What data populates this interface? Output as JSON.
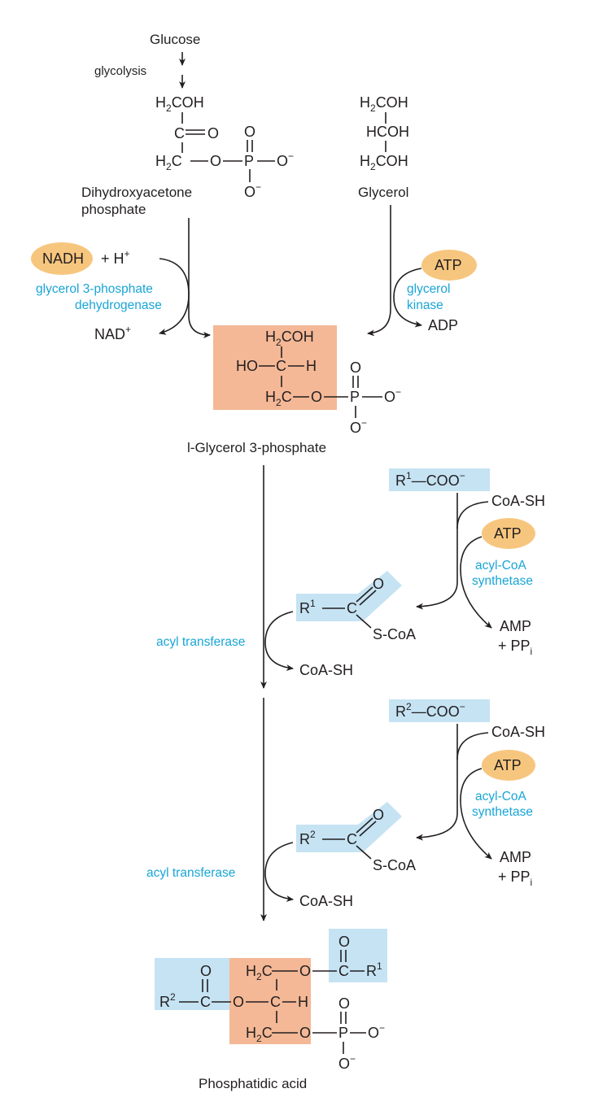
{
  "colors": {
    "enzyme_text": "#19a5d6",
    "cofactor_oval": "#f7c67e",
    "glycerol_box": "#f4b896",
    "acyl_box": "#c5e3f3"
  },
  "precursor": {
    "glucose": "Glucose",
    "glycolysis": "glycolysis",
    "dhap_name_1": "Dihydroxyacetone",
    "dhap_name_2": "phosphate",
    "glycerol_name": "Glycerol"
  },
  "step1": {
    "cofactor": "NADH",
    "plus_h": "+ H",
    "h_charge": "+",
    "enzyme_1": "glycerol 3-phosphate",
    "enzyme_2": "dehydrogenase",
    "product": "NAD",
    "product_charge": "+"
  },
  "step2": {
    "cofactor": "ATP",
    "enzyme_1": "glycerol",
    "enzyme_2": "kinase",
    "product": "ADP"
  },
  "g3p_name": "l-Glycerol 3-phosphate",
  "acyl1": {
    "acid_r": "R",
    "acid_sup": "1",
    "acid_tail": "—COO",
    "acid_charge": "−",
    "coa_in": "CoA-SH",
    "cofactor": "ATP",
    "enzyme_1": "acyl-CoA",
    "enzyme_2": "synthetase",
    "out_1": "AMP",
    "out_2": "+ PP",
    "out_2_sub": "i",
    "thioester_r": "R",
    "thioester_sup": "1",
    "thioester_scoa": "S-CoA",
    "transferase": "acyl transferase",
    "coa_out": "CoA-SH"
  },
  "acyl2": {
    "acid_r": "R",
    "acid_sup": "2",
    "acid_tail": "—COO",
    "acid_charge": "−",
    "coa_in": "CoA-SH",
    "cofactor": "ATP",
    "enzyme_1": "acyl-CoA",
    "enzyme_2": "synthetase",
    "out_1": "AMP",
    "out_2": "+ PP",
    "out_2_sub": "i",
    "thioester_r": "R",
    "thioester_sup": "2",
    "thioester_scoa": "S-CoA",
    "transferase": "acyl transferase",
    "coa_out": "CoA-SH"
  },
  "final_name": "Phosphatidic acid"
}
